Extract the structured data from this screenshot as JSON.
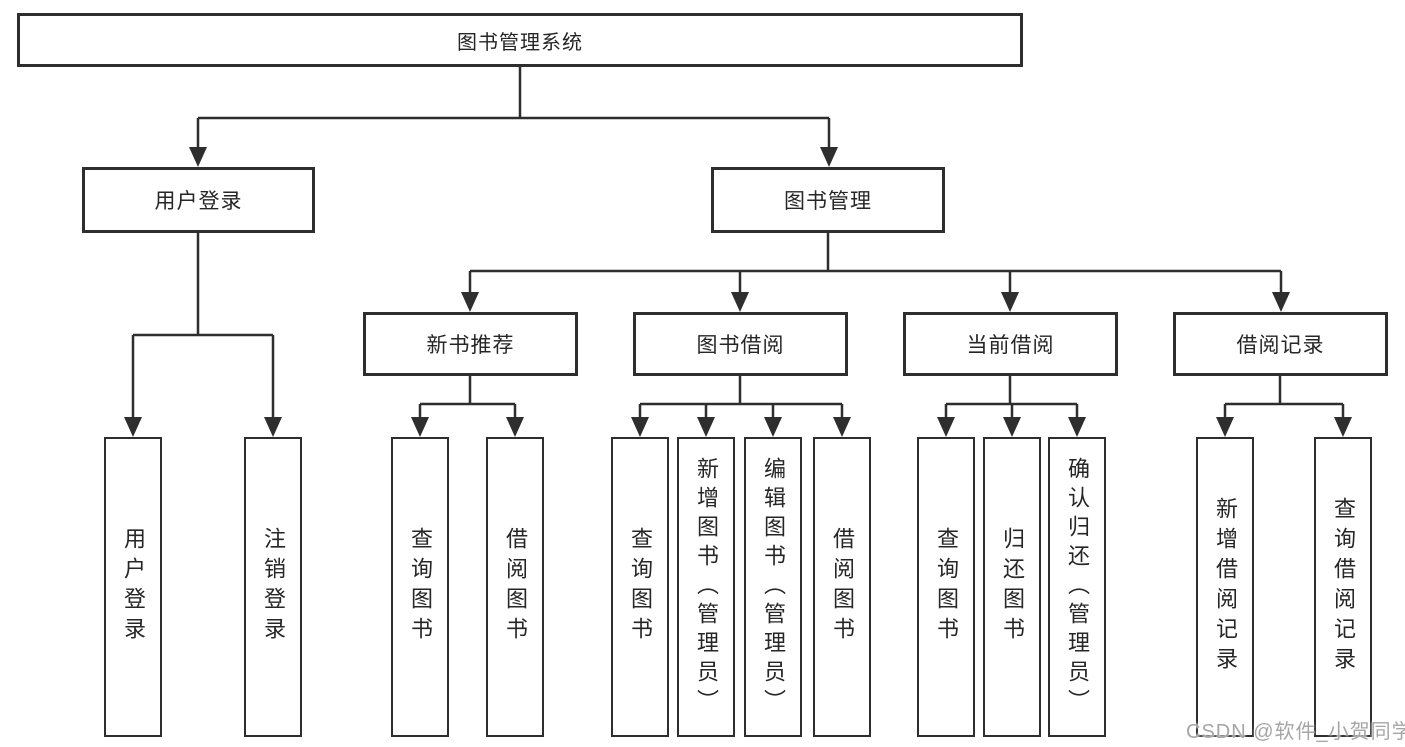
{
  "diagram": {
    "colors": {
      "line": "#2e2e2e",
      "text": "#262626",
      "background": "#ffffff",
      "watermark": "#a6a6a6"
    },
    "root": {
      "label": "图书管理系统"
    },
    "branches": [
      {
        "label": "用户登录",
        "children": [
          {
            "label": "用户登录"
          },
          {
            "label": "注销登录"
          }
        ]
      },
      {
        "label": "图书管理",
        "children": [
          {
            "label": "新书推荐",
            "children": [
              {
                "label": "查询图书"
              },
              {
                "label": "借阅图书"
              }
            ]
          },
          {
            "label": "图书借阅",
            "children": [
              {
                "label": "查询图书"
              },
              {
                "label": "新增图书（管理员）"
              },
              {
                "label": "编辑图书（管理员）"
              },
              {
                "label": "借阅图书"
              }
            ]
          },
          {
            "label": "当前借阅",
            "children": [
              {
                "label": "查询图书"
              },
              {
                "label": "归还图书"
              },
              {
                "label": "确认归还（管理员）"
              }
            ]
          },
          {
            "label": "借阅记录",
            "children": [
              {
                "label": "新增借阅记录"
              },
              {
                "label": "查询借阅记录"
              }
            ]
          }
        ]
      }
    ],
    "watermark": "CSDN @软件_小贺同学"
  }
}
